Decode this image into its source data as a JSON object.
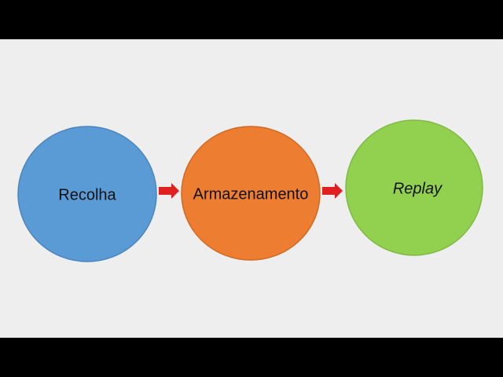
{
  "diagram": {
    "nodes": [
      {
        "id": "recolha",
        "label": "Recolha",
        "color": "#5b9bd5",
        "border": "#4a86be",
        "italic": false
      },
      {
        "id": "armazenamento",
        "label": "Armazenamento",
        "color": "#ed7d31",
        "border": "#d26a22",
        "italic": false
      },
      {
        "id": "replay",
        "label": "Replay",
        "color": "#92d050",
        "border": "#7fbb43",
        "italic": true
      }
    ],
    "edges": [
      {
        "from": "recolha",
        "to": "armazenamento",
        "color": "#e02020"
      },
      {
        "from": "armazenamento",
        "to": "replay",
        "color": "#e02020"
      }
    ],
    "colors": {
      "background": "#eeeeee",
      "letterbox": "#000000",
      "arrow": "#e02020"
    }
  }
}
